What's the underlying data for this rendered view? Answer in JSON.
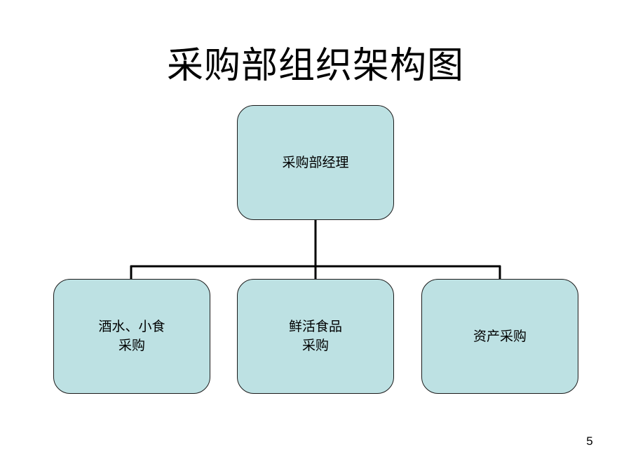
{
  "title": "采购部组织架构图",
  "node_fill": "#bde1e3",
  "connector_color": "#000000",
  "nodes": {
    "root": {
      "label": "采购部经理"
    },
    "children": [
      {
        "label": "酒水、小食\n采购"
      },
      {
        "label": "鲜活食品\n采购"
      },
      {
        "label": "资产采购"
      }
    ]
  },
  "page_number": "5"
}
